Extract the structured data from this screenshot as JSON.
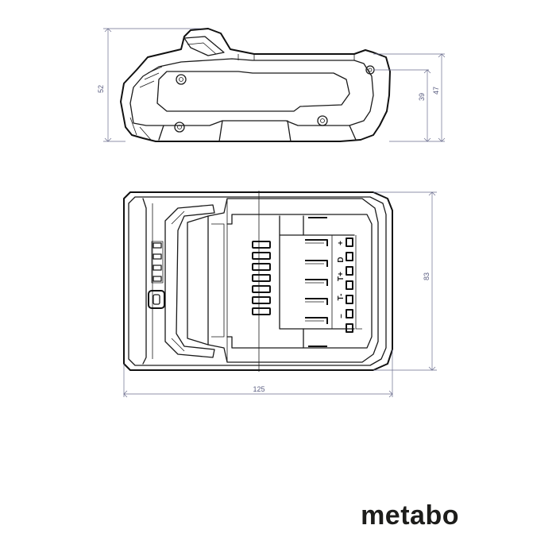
{
  "dimensions": {
    "side_height_total": "52",
    "side_height_rear": "47",
    "side_height_body": "39",
    "top_depth": "83",
    "top_width": "125"
  },
  "terminals": {
    "plus": "+",
    "d": "D",
    "t_plus": "T+",
    "t_minus": "T-",
    "minus": "–"
  },
  "brand": {
    "logo_text": "metabo"
  }
}
